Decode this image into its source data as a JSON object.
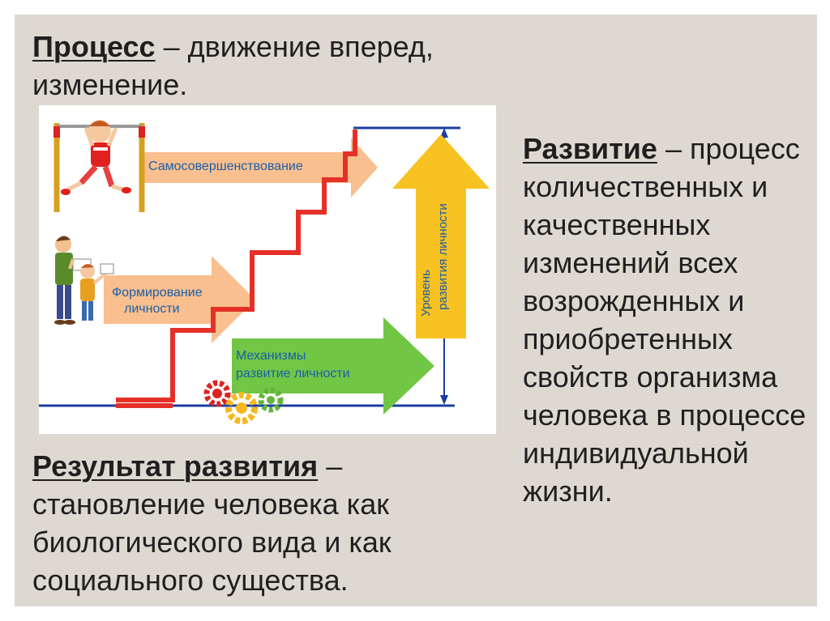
{
  "process": {
    "term": "Процесс",
    "rest": " – движение вперед, изменение."
  },
  "development": {
    "term": "Развитие",
    "rest": " – процесс количественных и качественных изменений всех возрожденных и приобретенных свойств организма человека в процессе индивидуальной жизни."
  },
  "result": {
    "term": "Результат развития",
    "rest": " – становление человека как биологического вида и как социального существа."
  },
  "diagram": {
    "arrow_top": "Самосовершенствование",
    "arrow_mid_1": "Формирование",
    "arrow_mid_2": "личности",
    "arrow_bottom_1": "Механизмы",
    "arrow_bottom_2": "развитие личности",
    "vertical_1": "Уровень",
    "vertical_2": "развития личности"
  },
  "colors": {
    "stair": "#e53028",
    "arrow_orange": "#f9bf8e",
    "arrow_green": "#71c645",
    "arrow_yellow": "#f8c222",
    "axis": "#1b3fa0"
  }
}
